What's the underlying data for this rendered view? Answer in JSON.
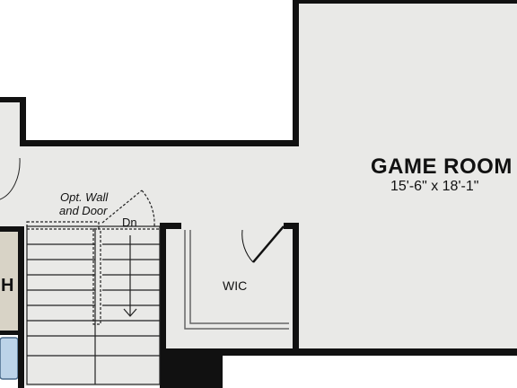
{
  "rooms": {
    "game_room": {
      "name": "GAME ROOM",
      "dimensions": "15'-6\" x 18'-1\""
    },
    "wic": {
      "name": "WIC"
    },
    "bath": {
      "label_fragment": "H"
    }
  },
  "notes": {
    "optional_wall_line1": "Opt. Wall",
    "optional_wall_line2": "and Door"
  },
  "stairs": {
    "direction_label": "Dn"
  },
  "colors": {
    "room_fill": "#e9e9e7",
    "wall": "#111111",
    "bath_fill": "#d8d3c6",
    "tub_fill": "#bcd3e8",
    "background": "#ffffff"
  }
}
